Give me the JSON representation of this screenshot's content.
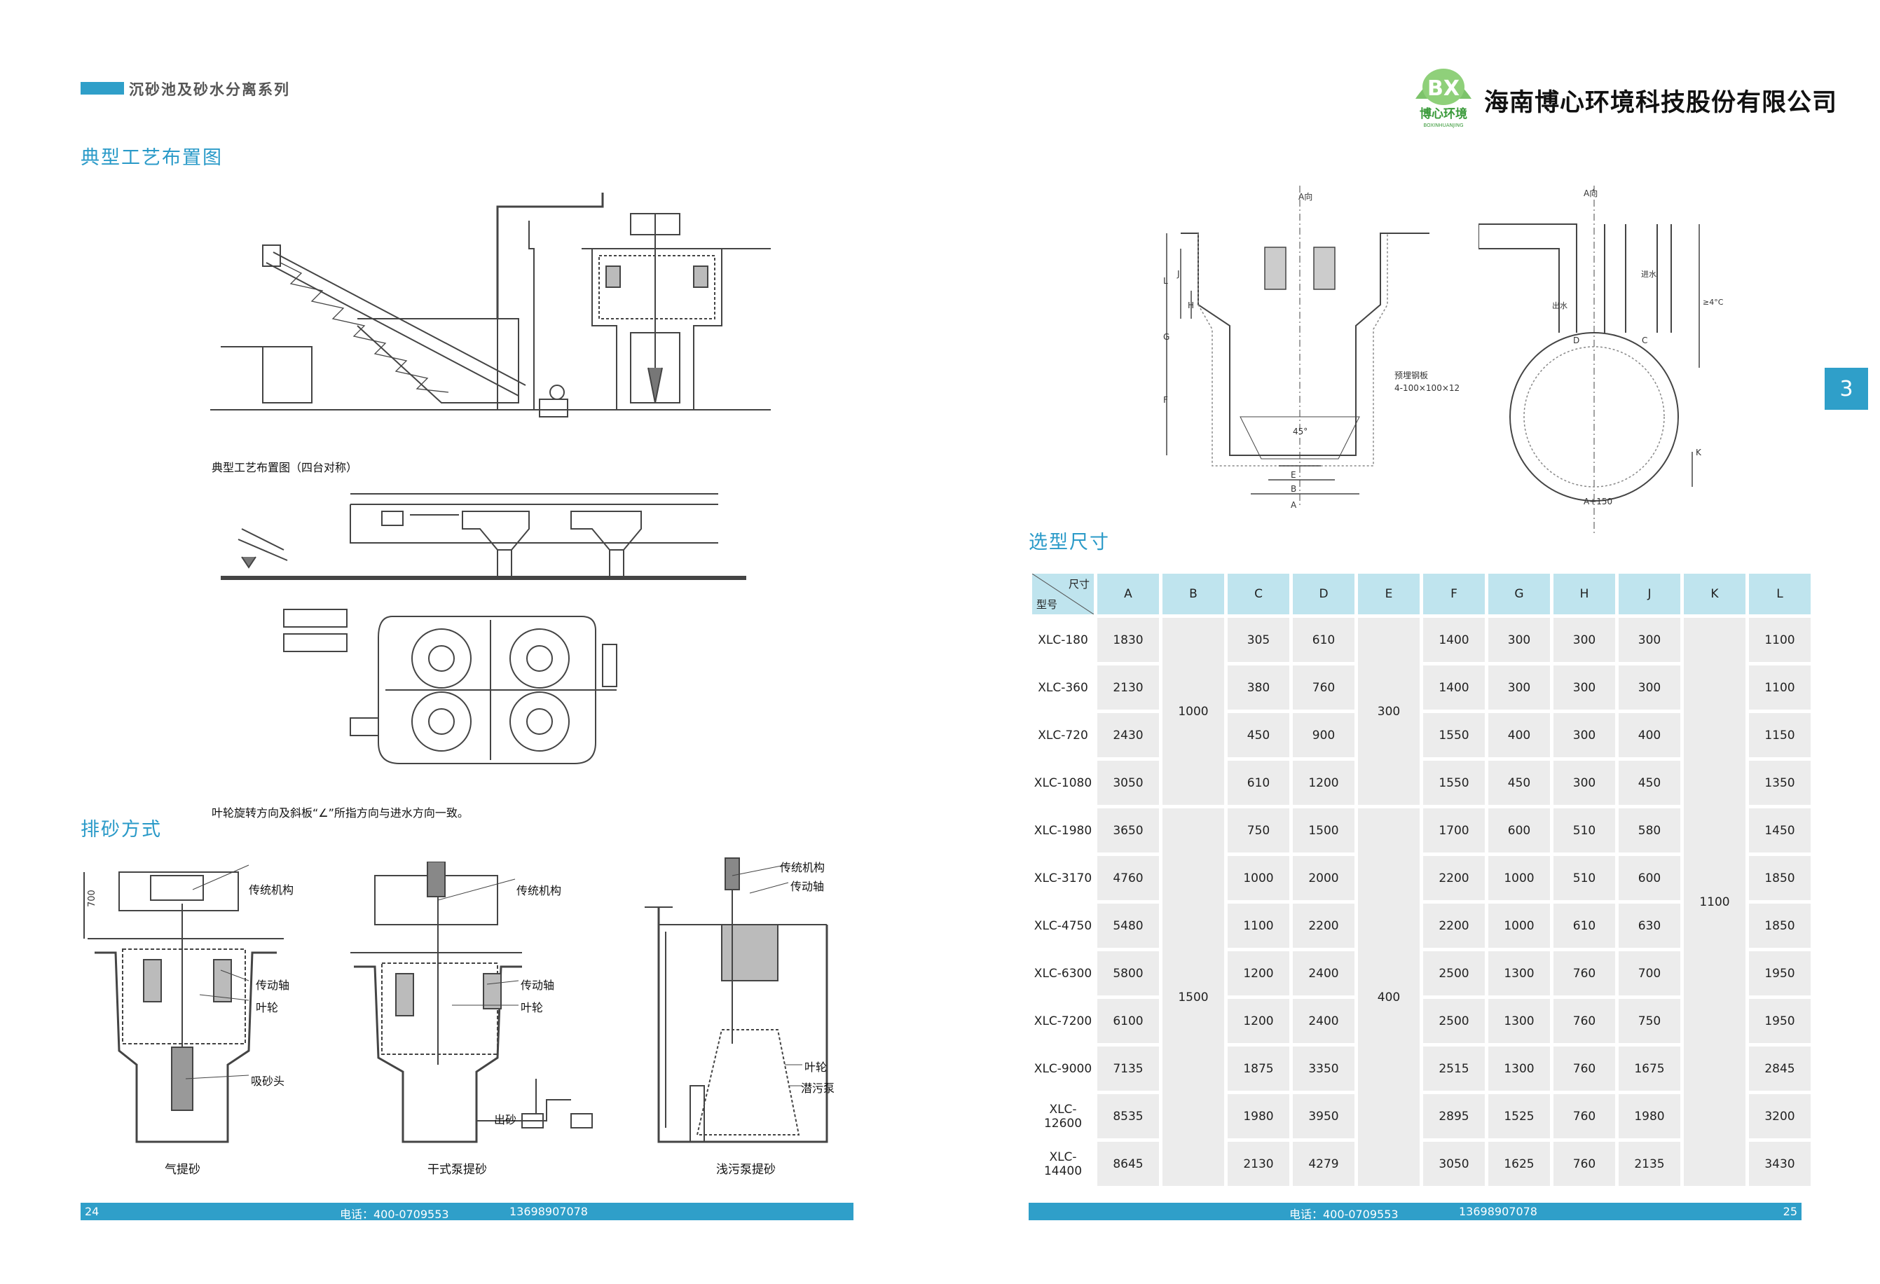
{
  "header": {
    "series_title": "沉砂池及砂水分离系列",
    "company_name": "海南博心环境科技股份有限公司",
    "logo_letters": "BX",
    "logo_cn": "博心环境",
    "logo_en": "BOXINHUANJING"
  },
  "left_page": {
    "layout_title": "典型工艺布置图",
    "four_unit_caption": "典型工艺布置图（四台对称）",
    "impeller_note": "叶轮旋转方向及斜板“∠”所指方向与进水方向一致。",
    "discharge_title": "排砂方式",
    "methods": [
      {
        "caption": "气提砂",
        "labels": [
          "传统机构",
          "传动轴",
          "叶轮",
          "吸砂头"
        ],
        "dim": "700"
      },
      {
        "caption": "干式泵提砂",
        "labels": [
          "传统机构",
          "传动轴",
          "叶轮",
          "出砂"
        ]
      },
      {
        "caption": "浅污泵提砂",
        "labels": [
          "传统机构",
          "传动轴",
          "叶轮",
          "潜污泵"
        ]
      }
    ],
    "footer": {
      "page": "24",
      "phone": "电话：400-0709553",
      "mobile": "13698907078"
    }
  },
  "right_page": {
    "page_tab": "3",
    "drawing_labels": {
      "a_dir_1": "A向",
      "a_dir_2": "A向",
      "embed": "预埋钢板",
      "embed_spec": "4-100×100×12",
      "angle": "45°",
      "dim_E": "E",
      "dim_B": "B",
      "dim_A": "A",
      "dim_L": "L",
      "dim_J": "J",
      "dim_H": "H",
      "dim_G": "G",
      "dim_F": "F",
      "dim_D": "D",
      "dim_C": "C",
      "dim_K": "K",
      "dim_A150": "A+150",
      "out_water": "出水",
      "in_water": "进水",
      "slope": "≥4°C"
    },
    "selection_title": "选型尺寸",
    "table": {
      "corner_top": "尺寸",
      "corner_bottom": "型号",
      "columns": [
        "A",
        "B",
        "C",
        "D",
        "E",
        "F",
        "G",
        "H",
        "J",
        "K",
        "L"
      ],
      "rows": [
        {
          "model": "XLC-180",
          "A": "1830",
          "C": "305",
          "D": "610",
          "F": "1400",
          "G": "300",
          "H": "300",
          "J": "300",
          "L": "1100"
        },
        {
          "model": "XLC-360",
          "A": "2130",
          "C": "380",
          "D": "760",
          "F": "1400",
          "G": "300",
          "H": "300",
          "J": "300",
          "L": "1100"
        },
        {
          "model": "XLC-720",
          "A": "2430",
          "C": "450",
          "D": "900",
          "F": "1550",
          "G": "400",
          "H": "300",
          "J": "400",
          "L": "1150"
        },
        {
          "model": "XLC-1080",
          "A": "3050",
          "C": "610",
          "D": "1200",
          "F": "1550",
          "G": "450",
          "H": "300",
          "J": "450",
          "L": "1350"
        },
        {
          "model": "XLC-1980",
          "A": "3650",
          "C": "750",
          "D": "1500",
          "F": "1700",
          "G": "600",
          "H": "510",
          "J": "580",
          "L": "1450"
        },
        {
          "model": "XLC-3170",
          "A": "4760",
          "C": "1000",
          "D": "2000",
          "F": "2200",
          "G": "1000",
          "H": "510",
          "J": "600",
          "L": "1850"
        },
        {
          "model": "XLC-4750",
          "A": "5480",
          "C": "1100",
          "D": "2200",
          "F": "2200",
          "G": "1000",
          "H": "610",
          "J": "630",
          "L": "1850"
        },
        {
          "model": "XLC-6300",
          "A": "5800",
          "C": "1200",
          "D": "2400",
          "F": "2500",
          "G": "1300",
          "H": "760",
          "J": "700",
          "L": "1950"
        },
        {
          "model": "XLC-7200",
          "A": "6100",
          "C": "1200",
          "D": "2400",
          "F": "2500",
          "G": "1300",
          "H": "760",
          "J": "750",
          "L": "1950"
        },
        {
          "model": "XLC-9000",
          "A": "7135",
          "C": "1875",
          "D": "3350",
          "F": "2515",
          "G": "1300",
          "H": "760",
          "J": "1675",
          "L": "2845"
        },
        {
          "model": "XLC-12600",
          "A": "8535",
          "C": "1980",
          "D": "3950",
          "F": "2895",
          "G": "1525",
          "H": "760",
          "J": "1980",
          "L": "3200"
        },
        {
          "model": "XLC-14400",
          "A": "8645",
          "C": "2130",
          "D": "4279",
          "F": "3050",
          "G": "1625",
          "H": "760",
          "J": "2135",
          "L": "3430"
        }
      ],
      "merged": {
        "B_group1": "1000",
        "B_group2": "1500",
        "E_group1": "300",
        "E_group2": "400",
        "K_all": "1100"
      }
    },
    "footer": {
      "page": "25",
      "phone": "电话：400-0709553",
      "mobile": "13698907078"
    }
  },
  "colors": {
    "accent": "#2f9fc9",
    "header_cell": "#bfe4ee",
    "body_cell": "#ececec"
  }
}
